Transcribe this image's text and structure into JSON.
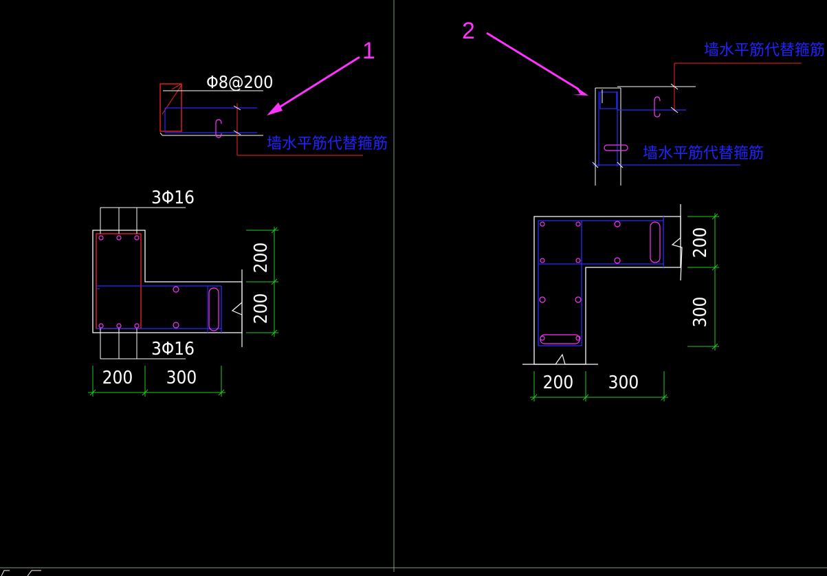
{
  "panel_left": {
    "callout_number": "1",
    "stirrup_label": "Φ8@200",
    "note_label": "墙水平筋代替箍筋",
    "rebar_top_label": "3Φ16",
    "rebar_bottom_label": "3Φ16",
    "dim_vertical_upper": "200",
    "dim_vertical_lower": "200",
    "dim_horizontal_left": "200",
    "dim_horizontal_right": "300"
  },
  "panel_right": {
    "callout_number": "2",
    "note_label_top": "墙水平筋代替箍筋",
    "note_label_bottom": "墙水平筋代替箍筋",
    "dim_vertical_upper": "200",
    "dim_vertical_lower": "300",
    "dim_horizontal_left": "200",
    "dim_horizontal_right": "300"
  },
  "colors": {
    "background": "#000000",
    "outline": "#ffffff",
    "rebar_line": "#2a2aff",
    "stirrup": "#ff2222",
    "rebar_dot": "#ff33ff",
    "dimension": "#22cc22",
    "leader": "#ff33ff",
    "divider": "#8fb08f"
  }
}
